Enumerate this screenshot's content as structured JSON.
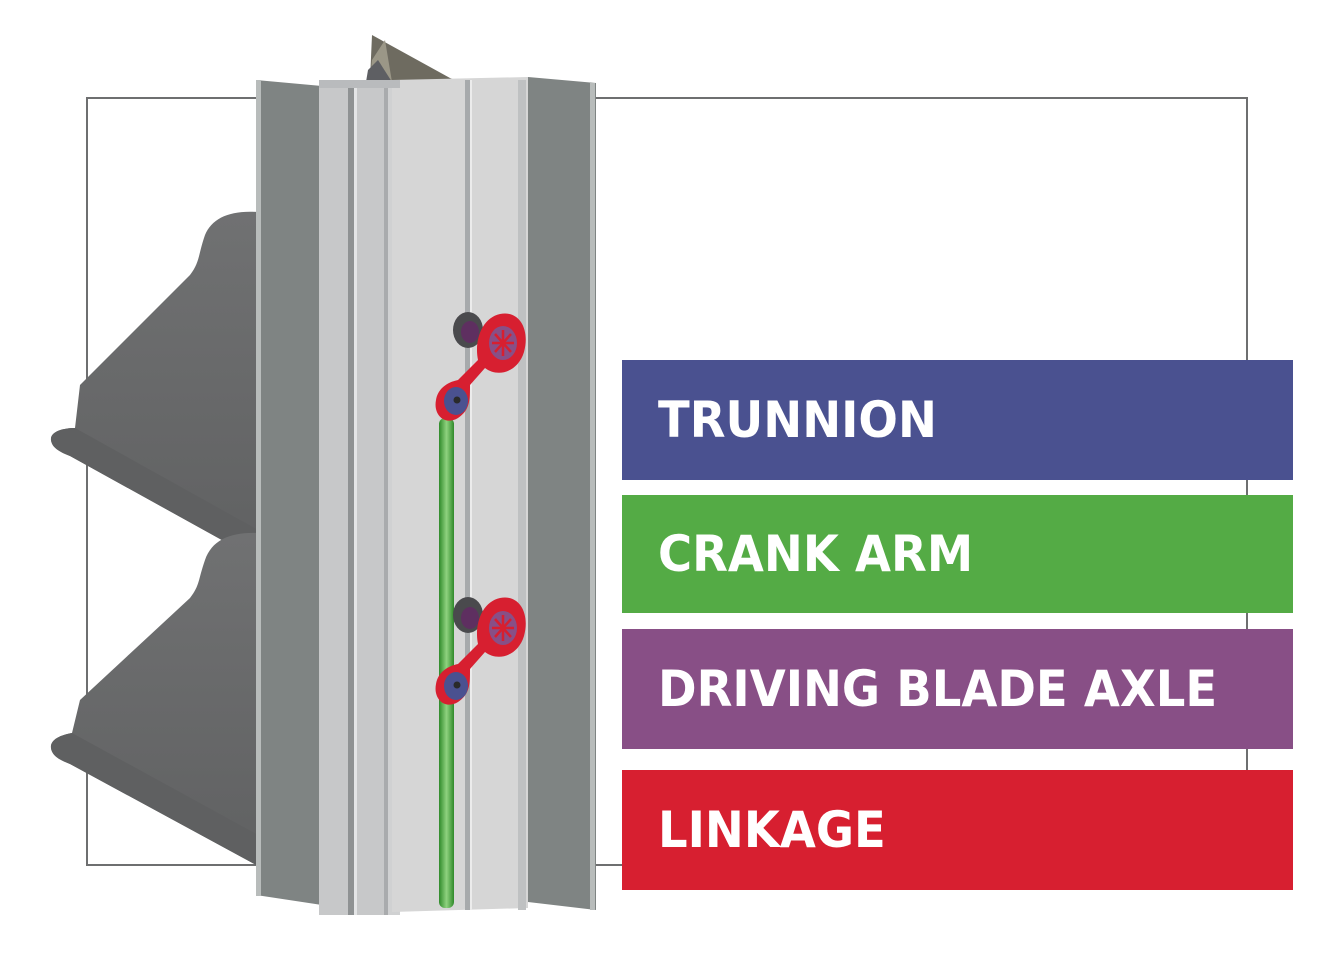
{
  "diagram": {
    "type": "labeled-exploded-component-illustration",
    "subject": "louver damper frame with jamb linkage",
    "colors": {
      "frame_outline": "#6e6f70",
      "blade": "#6b6c6d",
      "jamb_dark": "#7f8483",
      "jamb_light": "#d6d6d6",
      "trunnion": "#4a5190",
      "crank_arm": "#54ab45",
      "driving_blade_axle": "#884f86",
      "linkage": "#d71f30"
    }
  },
  "legend": {
    "items": [
      {
        "key": "trunnion",
        "label": "TRUNNION",
        "color": "#4a5190"
      },
      {
        "key": "crank_arm",
        "label": "CRANK ARM",
        "color": "#54ab45"
      },
      {
        "key": "driving_blade_axle",
        "label": "DRIVING BLADE AXLE",
        "color": "#884f86"
      },
      {
        "key": "linkage",
        "label": "LINKAGE",
        "color": "#d71f30"
      }
    ]
  }
}
